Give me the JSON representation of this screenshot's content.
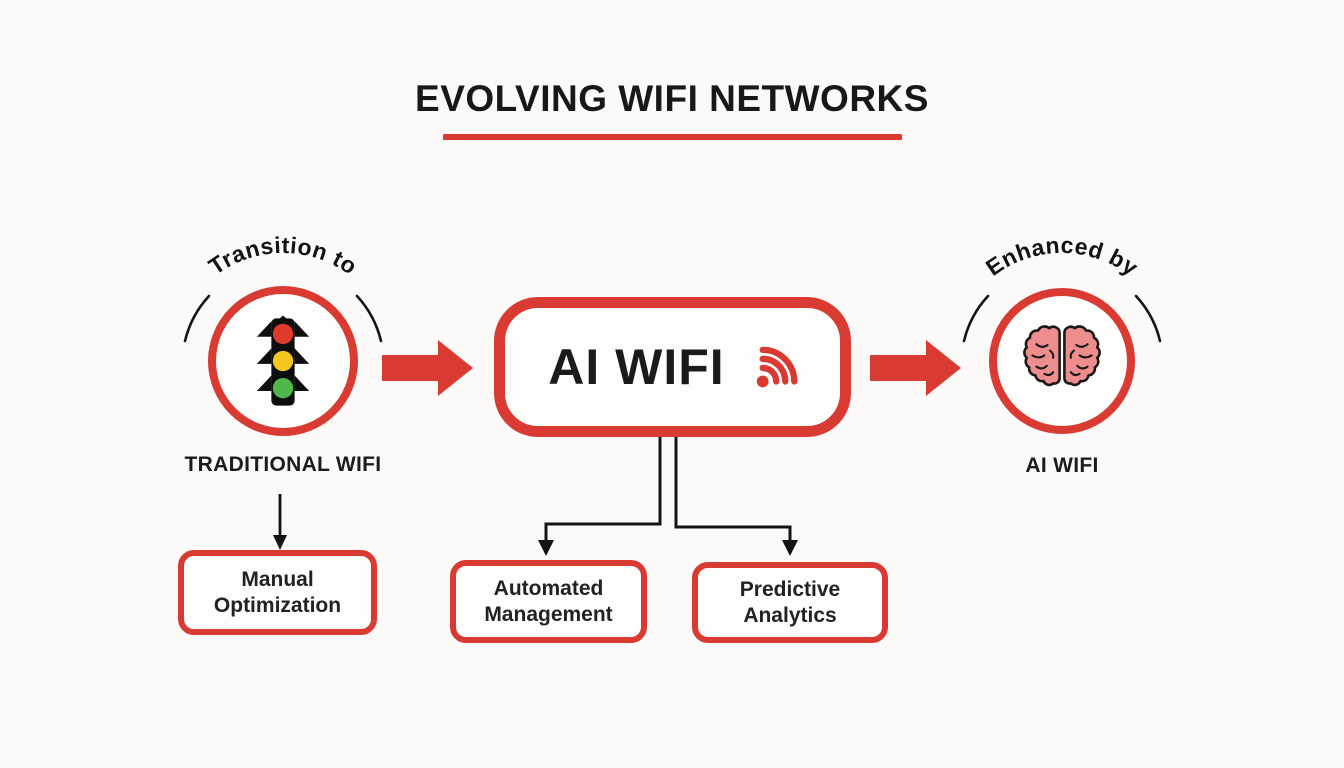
{
  "title": "EVOLVING WIFI NETWORKS",
  "flow": {
    "left": {
      "arc_label": "Transition to",
      "icon": "traffic-light",
      "label": "TRADITIONAL WIFI",
      "child_box": "Manual Optimization"
    },
    "center": {
      "label": "AI WIFI",
      "icon": "wifi-signal",
      "child_boxes": [
        "Automated Management",
        "Predictive Analytics"
      ]
    },
    "right": {
      "arc_label": "Enhanced by",
      "icon": "brain",
      "label": "AI WIFI"
    }
  },
  "colors": {
    "accent_red": "#d93a32",
    "text_dark": "#1c1c1c",
    "background": "#fbfaf9",
    "traffic_light_red": "#e03a2f",
    "traffic_light_yellow": "#f2c71e",
    "traffic_light_green": "#4eb84a",
    "brain_pink": "#ee8d8d"
  }
}
